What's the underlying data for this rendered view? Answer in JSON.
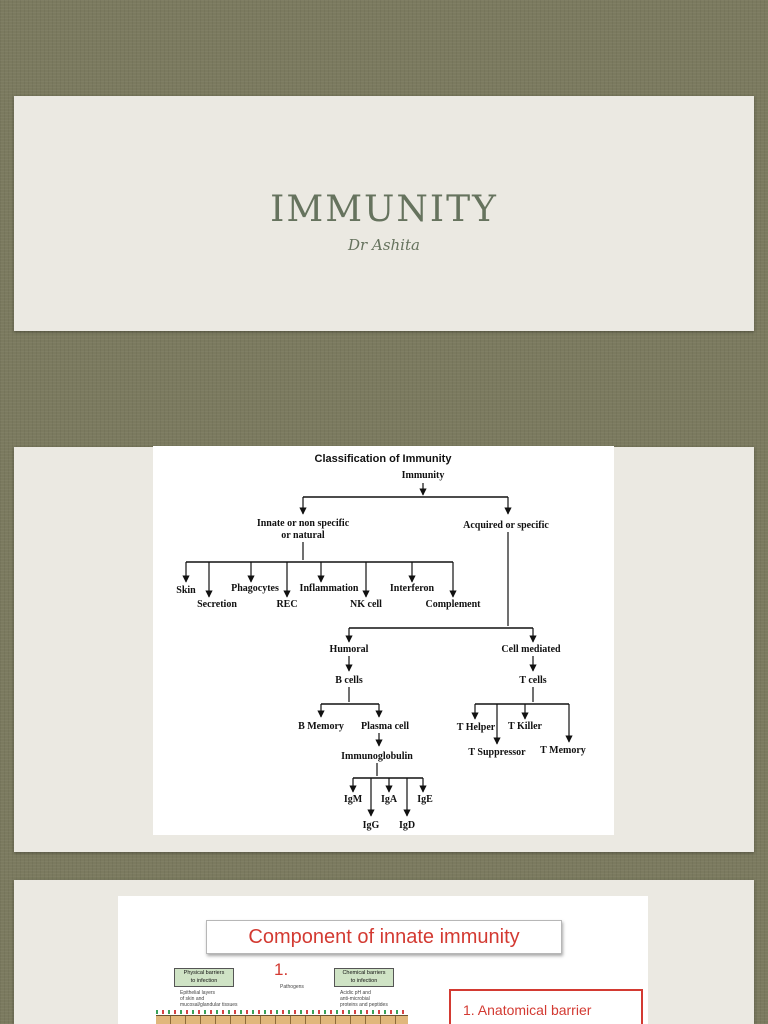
{
  "slide1": {
    "title": "IMMUNITY",
    "subtitle": "Dr Ashita"
  },
  "slide2": {
    "diagram": {
      "title": "Classification of Immunity",
      "nodes": {
        "immunity": "Immunity",
        "innate_line1": "Innate or non specific",
        "innate_line2": "or natural",
        "acquired": "Acquired or specific",
        "skin": "Skin",
        "secretion": "Secretion",
        "phagocytes": "Phagocytes",
        "rec": "REC",
        "inflammation": "Inflammation",
        "nk_cell": "NK cell",
        "interferon": "Interferon",
        "complement": "Complement",
        "humoral": "Humoral",
        "cell_mediated": "Cell mediated",
        "b_cells": "B cells",
        "t_cells": "T cells",
        "b_memory": "B Memory",
        "plasma_cell": "Plasma cell",
        "immunoglobulin": "Immunoglobulin",
        "t_helper": "T Helper",
        "t_killer": "T Killer",
        "t_suppressor": "T Suppressor",
        "t_memory": "T Memory",
        "igm": "IgM",
        "iga": "IgA",
        "ige": "IgE",
        "igg": "IgG",
        "igd": "IgD"
      }
    }
  },
  "slide3": {
    "title": "Component of innate immunity",
    "number": "1.",
    "physical_box_line1": "Physical barriers",
    "physical_box_line2": "to infection",
    "chemical_box_line1": "Chemical barriers",
    "chemical_box_line2": "to infection",
    "physical_caption_line1": "Epithelial layers",
    "physical_caption_line2": "of skin and",
    "physical_caption_line3": "mucosal/glandular tissues",
    "pathogens_label": "Pathogens",
    "chemical_caption_line1": "Acidic pH and",
    "chemical_caption_line2": "anti-microbial",
    "chemical_caption_line3": "proteins and peptides",
    "anatomical": "1. Anatomical barrier"
  },
  "colors": {
    "background": "#7b7a5f",
    "slide": "#ebe9e2",
    "title_text": "#66735e",
    "accent_red": "#d33a32"
  }
}
